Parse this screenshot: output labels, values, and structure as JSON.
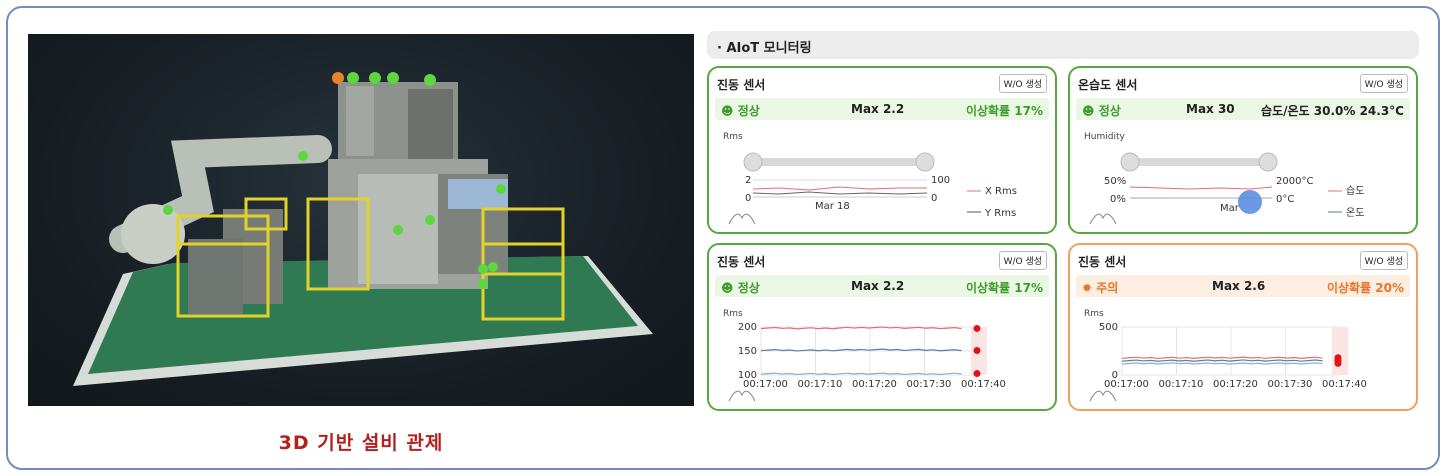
{
  "monitor": {
    "title": "· AIoT 모니터링"
  },
  "viewer": {
    "caption": "3D 기반 설비 관제"
  },
  "cards": [
    {
      "title": "진동 센서",
      "wo": "W/O 생성",
      "status": "정상",
      "max": "Max 2.2",
      "prob": "이상확률 17%",
      "ylabel": "Rms",
      "slider": {
        "left": "2",
        "right": "100",
        "left0": "0",
        "right0": "0",
        "date": "Mar 18"
      },
      "legend": [
        "X Rms",
        "Y Rms"
      ],
      "chart_data": {
        "type": "line",
        "series": [
          {
            "name": "X Rms"
          },
          {
            "name": "Y Rms"
          }
        ],
        "xlabel": "Mar 18"
      }
    },
    {
      "title": "온습도 센서",
      "wo": "W/O 생성",
      "status": "정상",
      "max": "Max 30",
      "prob": "습도/온도 30.0% 24.3°C",
      "ylabel": "Humidity",
      "slider": {
        "left": "50%",
        "right": "2000°C",
        "left0": "0%",
        "right0": "0°C",
        "date": "Mar"
      },
      "legend": [
        "습도",
        "온도"
      ],
      "chart_data": {
        "type": "line",
        "series": [
          {
            "name": "습도"
          },
          {
            "name": "온도"
          }
        ]
      }
    },
    {
      "title": "진동 센서",
      "wo": "W/O 생성",
      "status": "정상",
      "max": "Max 2.2",
      "prob": "이상확률 17%",
      "ylabel": "Rms",
      "chart_data": {
        "type": "line",
        "x": [
          "00:17:00",
          "00:17:10",
          "00:17:20",
          "00:17:30",
          "00:17:40"
        ],
        "yticks": [
          "200",
          "150",
          "100"
        ],
        "ylim": [
          100,
          200
        ],
        "series": [
          {
            "values": [
              198,
              197,
              199,
              198,
              197
            ]
          },
          {
            "values": [
              152,
              151,
              153,
              152,
              151
            ]
          },
          {
            "values": [
              103,
              102,
              103,
              102,
              103
            ]
          }
        ]
      }
    },
    {
      "title": "진동 센서",
      "wo": "W/O 생성",
      "status": "주의",
      "max": "Max 2.6",
      "prob": "이상확률 20%",
      "ylabel": "Rms",
      "chart_data": {
        "type": "line",
        "x": [
          "00:17:00",
          "00:17:10",
          "00:17:20",
          "00:17:30",
          "00:17:40"
        ],
        "yticks": [
          "500",
          "0"
        ],
        "ylim": [
          0,
          500
        ],
        "series": [
          {
            "values": [
              180,
              178,
              181,
              179,
              180
            ]
          },
          {
            "values": [
              150,
              149,
              151,
              150,
              150
            ]
          },
          {
            "values": [
              120,
              121,
              119,
              120,
              121
            ]
          }
        ]
      }
    }
  ],
  "colors": {
    "ok": "#3e9b2c",
    "warn": "#e8732a",
    "caption": "#b3201d",
    "line1": "#e07070",
    "line2": "#5a7fa0",
    "line3": "#8ab0c8"
  }
}
